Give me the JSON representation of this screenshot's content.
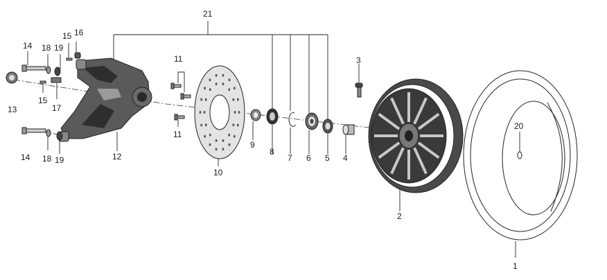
{
  "callouts": {
    "c1": "1",
    "c2": "2",
    "c3": "3",
    "c4": "4",
    "c5": "5",
    "c6": "6",
    "c7": "7",
    "c8": "8",
    "c9": "9",
    "c10": "10",
    "c11_top": "11",
    "c11_bottom": "11",
    "c12": "12",
    "c13": "13",
    "c14_top": "14",
    "c14_bottom": "14",
    "c15_top": "15",
    "c15_bottom": "15",
    "c16": "16",
    "c17": "17",
    "c18_top": "18",
    "c18_bottom": "18",
    "c19_top": "19",
    "c19_bottom": "19",
    "c20": "20",
    "c21": "21"
  },
  "colors": {
    "line": "#222222",
    "metal_dark": "#3a3a3a",
    "metal_mid": "#8a8a8a",
    "metal_light": "#d9d9d9",
    "background": "#ffffff"
  }
}
